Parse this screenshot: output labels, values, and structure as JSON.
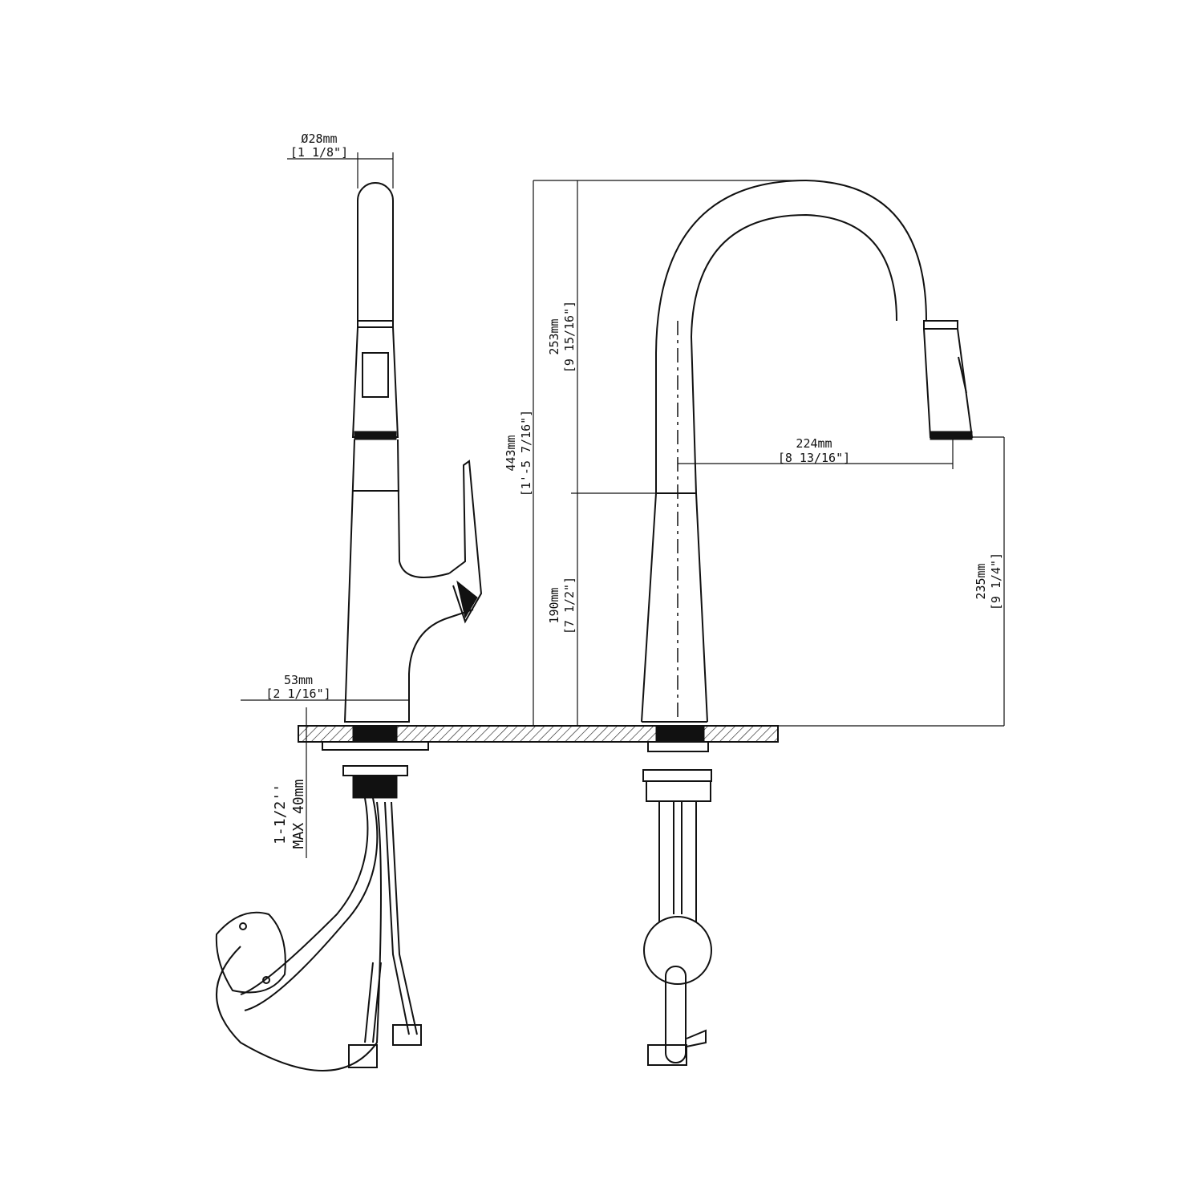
{
  "dimensions": {
    "spout_diameter": {
      "mm": "Ø28mm",
      "inch": "[1 1/8\"]"
    },
    "spout_height": {
      "mm": "253mm",
      "inch": "[9 15/16\"]"
    },
    "total_height": {
      "mm": "443mm",
      "inch": "[1'-5 7/16\"]"
    },
    "body_height": {
      "mm": "190mm",
      "inch": "[7 1/2\"]"
    },
    "spout_reach": {
      "mm": "224mm",
      "inch": "[8 13/16\"]"
    },
    "spout_clearance": {
      "mm": "235mm",
      "inch": "[9 1/4\"]"
    },
    "base_diameter": {
      "mm": "53mm",
      "inch": "[2 1/16\"]"
    },
    "deck_thickness": {
      "inch": "1-1/2''",
      "mm": "MAX 40mm"
    }
  }
}
